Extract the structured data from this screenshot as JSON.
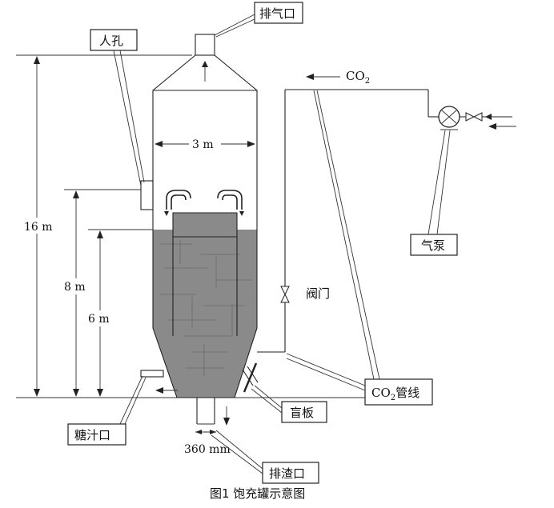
{
  "labels": {
    "exhaust_port": "排气口",
    "manhole": "人孔",
    "co2_top": "CO",
    "co2_top_sub": "2",
    "air_pump": "气泵",
    "valve": "阀门",
    "co2_pipe_pre": "CO",
    "co2_pipe_sub": "2",
    "co2_pipe_post": "管线",
    "blind_plate": "盲板",
    "juice_port": "糖汁口",
    "slag_port": "排渣口"
  },
  "dimensions": {
    "height_total": "16 m",
    "height_8": "8 m",
    "height_6": "6 m",
    "width_3": "3 m",
    "outlet_dia": "360 mm"
  },
  "caption": "图1 饱充罐示意图",
  "colors": {
    "fill_gray": "#8a8a8a",
    "line": "#222222"
  }
}
